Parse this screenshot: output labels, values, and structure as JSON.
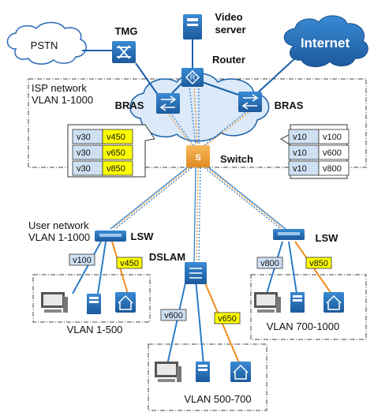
{
  "labels": {
    "pstn": "PSTN",
    "tmg": "TMG",
    "video_server": [
      "Video",
      "server"
    ],
    "router": "Router",
    "internet": "Internet",
    "isp_network": [
      "ISP network",
      "VLAN 1-1000"
    ],
    "bras_left": "BRAS",
    "bras_right": "BRAS",
    "switch": "Switch",
    "user_network": [
      "User network",
      "VLAN 1-1000"
    ],
    "lsw_left": "LSW",
    "lsw_right": "LSW",
    "dslam": "DSLAM",
    "vlan_left": "VLAN 1-500",
    "vlan_mid": "VLAN 500-700",
    "vlan_right": "VLAN 700-1000",
    "router_icon_letter": "R",
    "switch_icon_letter": "S"
  },
  "left_table": [
    [
      "v30",
      "v450"
    ],
    [
      "v30",
      "v650"
    ],
    [
      "v30",
      "v850"
    ]
  ],
  "right_table": [
    [
      "v10",
      "v100"
    ],
    [
      "v10",
      "v600"
    ],
    [
      "v10",
      "v800"
    ]
  ],
  "tags": {
    "left_v100": "v100",
    "left_v450": "v450",
    "mid_v600": "v600",
    "mid_v650": "v650",
    "right_v800": "v800",
    "right_v850": "v850"
  },
  "colors": {
    "device_blue": "#1f6fb5",
    "switch_orange": "#f0a23c",
    "yellow_tag": "#ffff00",
    "orange_line": "#f08c1e",
    "blue_line": "#2c7cc8",
    "cloud_blue": "#1a5fa8"
  }
}
